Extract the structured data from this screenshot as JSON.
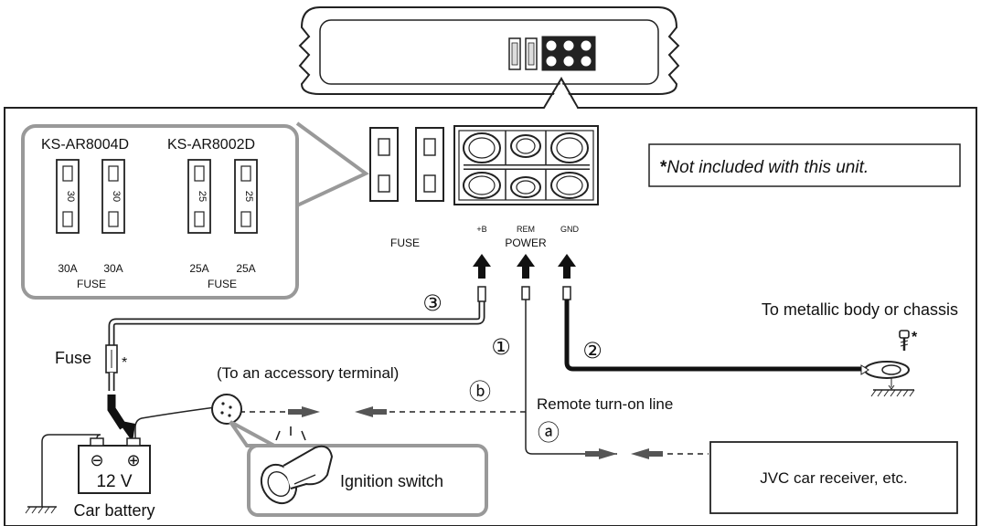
{
  "models": {
    "left": "KS-AR8004D",
    "right": "KS-AR8002D"
  },
  "fuse_inset": {
    "left_fuse_a_value": "30",
    "left_fuse_b_value": "30",
    "right_fuse_a_value": "25",
    "right_fuse_b_value": "25",
    "left_rating_a": "30A",
    "left_rating_b": "30A",
    "right_rating_a": "25A",
    "right_rating_b": "25A",
    "left_fuse_label": "FUSE",
    "right_fuse_label": "FUSE"
  },
  "note": {
    "asterisk": "*",
    "text": "Not included with this unit."
  },
  "terminals": {
    "fuse_label": "FUSE",
    "plus_b": "+B",
    "rem": "REM",
    "gnd": "GND",
    "power": "POWER"
  },
  "wires": {
    "num_3": "③",
    "num_1": "①",
    "num_2": "②",
    "letter_b": "ⓑ",
    "letter_a": "ⓐ"
  },
  "labels": {
    "fuse": "Fuse",
    "fuse_asterisk": "*",
    "accessory": "(To an accessory terminal)",
    "chassis": "To metallic body or chassis",
    "bolt_asterisk": "*",
    "remote_line": "Remote turn-on line",
    "ignition_switch": "Ignition switch",
    "receiver": "JVC car receiver, etc.",
    "battery_voltage": "12 V",
    "battery_caption": "Car battery",
    "minus": "⊖",
    "plus": "⊕"
  }
}
